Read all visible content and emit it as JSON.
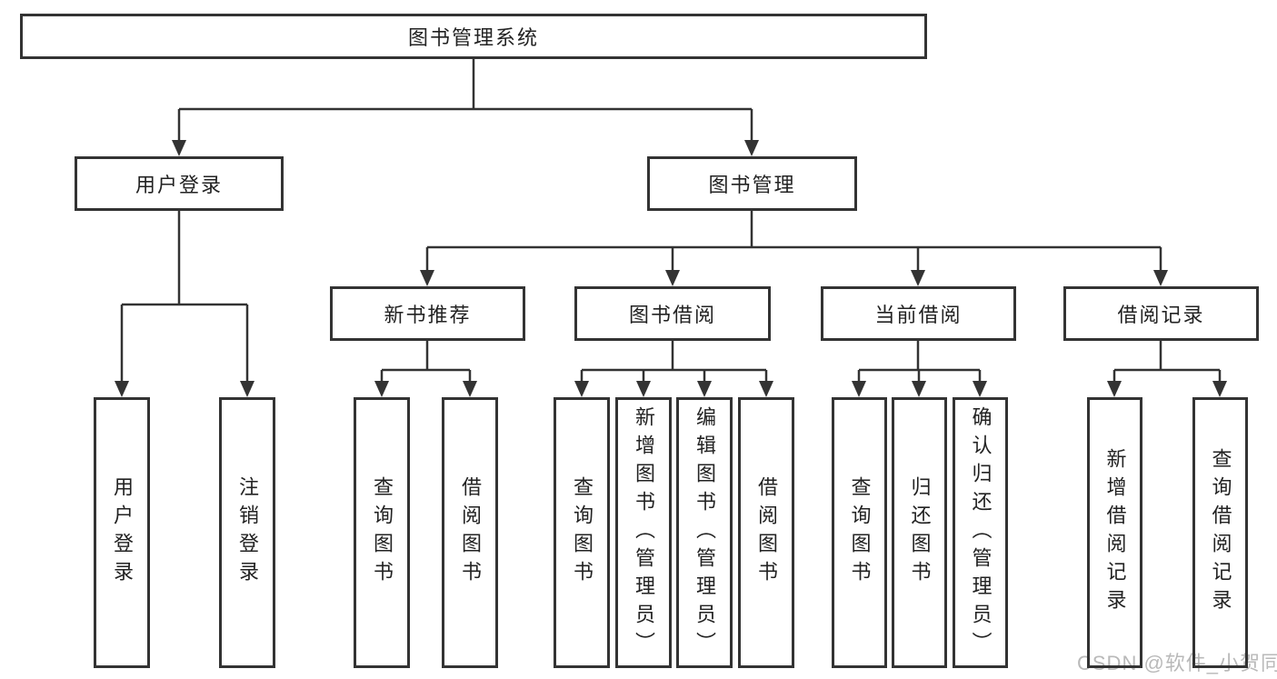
{
  "diagram": {
    "root": {
      "label": "图书管理系统"
    },
    "branches": [
      {
        "label": "用户登录",
        "children": [
          {
            "label": "用户登录"
          },
          {
            "label": "注销登录"
          }
        ]
      },
      {
        "label": "图书管理",
        "children": [
          {
            "label": "新书推荐",
            "children": [
              {
                "label": "查询图书"
              },
              {
                "label": "借阅图书"
              }
            ]
          },
          {
            "label": "图书借阅",
            "children": [
              {
                "label": "查询图书"
              },
              {
                "label": "新增图书（管理员）"
              },
              {
                "label": "编辑图书（管理员）"
              },
              {
                "label": "借阅图书"
              }
            ]
          },
          {
            "label": "当前借阅",
            "children": [
              {
                "label": "查询图书"
              },
              {
                "label": "归还图书"
              },
              {
                "label": "确认归还（管理员）"
              }
            ]
          },
          {
            "label": "借阅记录",
            "children": [
              {
                "label": "新增借阅记录"
              },
              {
                "label": "查询借阅记录"
              }
            ]
          }
        ]
      }
    ]
  },
  "watermark": {
    "text": "CSDN @软件_小贺同学"
  },
  "colors": {
    "line": "#333333",
    "text": "#222222",
    "watermark": "#b9b9b9",
    "background": "#ffffff"
  }
}
